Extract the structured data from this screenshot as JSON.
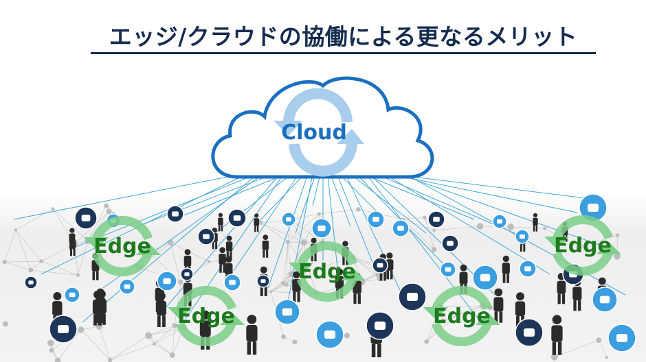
{
  "slide": {
    "title": "エッジ/クラウドの協働による更なるメリット",
    "cloud_label": "Cloud",
    "edge_labels": [
      "Edge",
      "Edge",
      "Edge",
      "Edge",
      "Edge"
    ],
    "colors": {
      "title": "#152b4f",
      "cloud_outline": "#1a6fc0",
      "cloud_text": "#1a6fc0",
      "cloud_arrows": "#a9cdec",
      "edge_text": "#1e7a1e",
      "edge_arrows": "#7dcf8a",
      "link_lines": "#3fa7d6",
      "icon_dark": "#1d3558",
      "icon_light": "#3a9ee0",
      "background_lower": "#eeeeee"
    }
  }
}
